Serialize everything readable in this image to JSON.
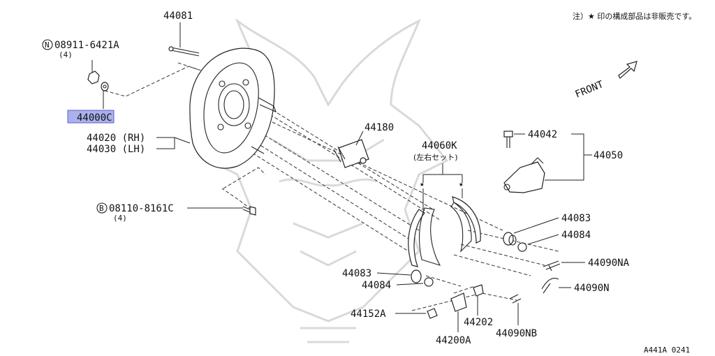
{
  "note": "注）★ 印の構成部品は非販売です。",
  "front_label": "FRONT",
  "figure_code": "A441A 0241",
  "colors": {
    "highlight": "#8f95e8",
    "line": "#222222",
    "watermark": "#d9d9d9"
  },
  "parts": {
    "p44081": "44081",
    "p08911": "08911-6421A",
    "p08911_qty": "(4)",
    "p08911_prefix": "N",
    "p44000c": "44000C",
    "p44020": "44020 (RH)",
    "p44030": "44030 (LH)",
    "p44180": "44180",
    "p44060k": "44060K",
    "p44060k_sub": "(左右セット)",
    "p44042": "44042",
    "p44050": "44050",
    "p08110": "08110-8161C",
    "p08110_qty": "(4)",
    "p08110_prefix": "B",
    "p44083_r": "44083",
    "p44084_r": "44084",
    "p44090na": "44090NA",
    "p44090n": "44090N",
    "p44083_l": "44083",
    "p44084_l": "44084",
    "p44152a": "44152A",
    "p44202": "44202",
    "p44200a": "44200A",
    "p44090nb": "44090NB"
  }
}
